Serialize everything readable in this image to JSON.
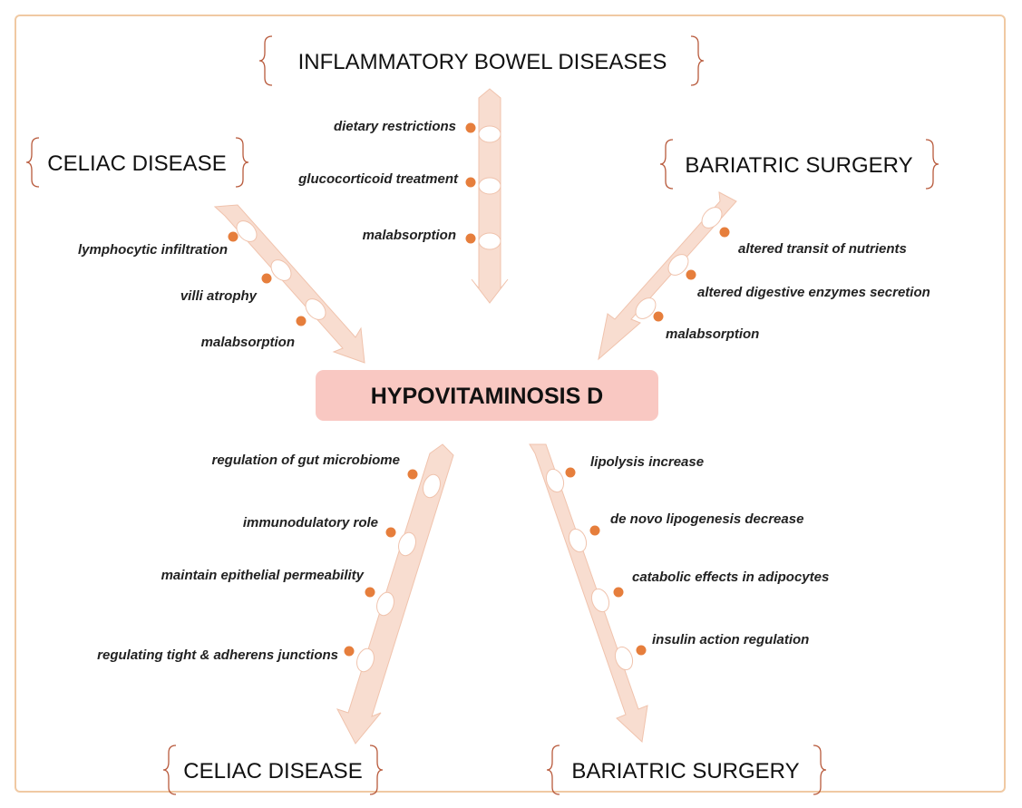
{
  "central": {
    "label": "HYPOVITAMINOSIS D",
    "fill_color": "#f9c8c2"
  },
  "colors": {
    "arrow_fill": "#f8ddd0",
    "dot": "#e67e3c",
    "brace": "#b85a3c",
    "frame": "#f0c9a3"
  },
  "causes": [
    {
      "title": "INFLAMMATORY BOWEL DISEASES",
      "factors": [
        "dietary restrictions",
        "glucocorticoid treatment",
        "malabsorption"
      ]
    },
    {
      "title": "CELIAC DISEASE",
      "factors": [
        "lymphocytic infiltration",
        "villi atrophy",
        "malabsorption"
      ]
    },
    {
      "title": "BARIATRIC SURGERY",
      "factors": [
        "altered transit of nutrients",
        "altered digestive enzymes secretion",
        "malabsorption"
      ]
    }
  ],
  "effects": [
    {
      "title": "CELIAC DISEASE",
      "factors": [
        "regulation of gut microbiome",
        "immunodulatory role",
        "maintain epithelial permeability",
        "regulating tight & adherens junctions"
      ]
    },
    {
      "title": "BARIATRIC SURGERY",
      "factors": [
        "lipolysis increase",
        "de novo lipogenesis decrease",
        "catabolic effects in adipocytes",
        "insulin action regulation"
      ]
    }
  ]
}
